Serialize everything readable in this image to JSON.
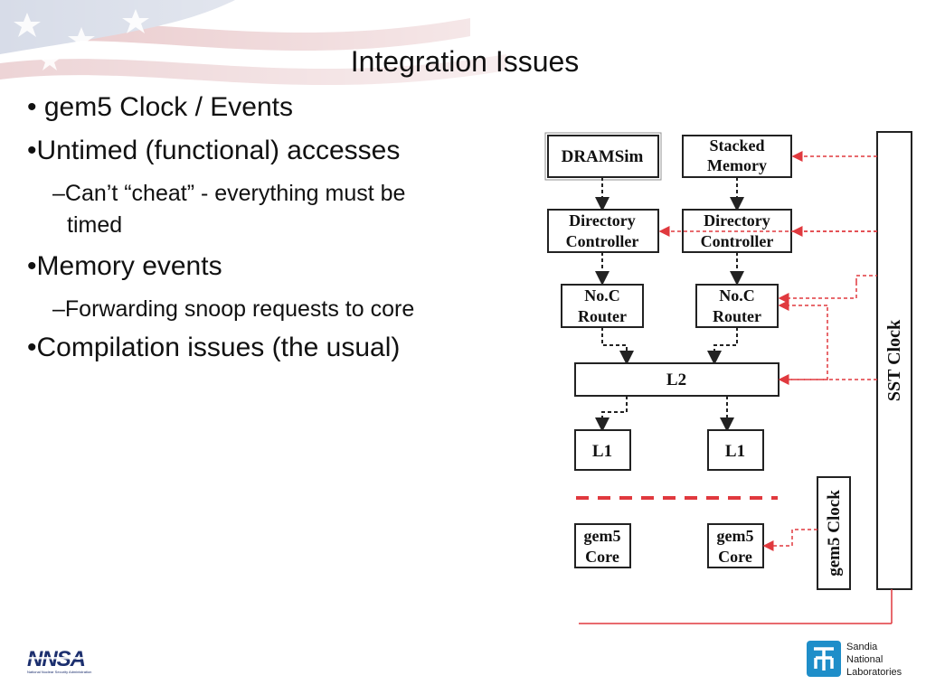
{
  "slide": {
    "title": "Integration Issues",
    "bullets": [
      {
        "marker": "•",
        "text": "gem5 Clock / Events"
      },
      {
        "marker": "•",
        "text": "Untimed (functional) accesses"
      },
      {
        "marker": "–",
        "text": "Can’t “cheat” - everything must be"
      },
      {
        "marker": "",
        "text": "timed"
      },
      {
        "marker": "•",
        "text": "Memory events"
      },
      {
        "marker": "–",
        "text": "Forwarding snoop requests to core"
      },
      {
        "marker": "•",
        "text": "Compilation issues (the usual)"
      }
    ]
  },
  "diagram": {
    "dramsim": "DRAMSim",
    "stacked_memory": [
      "Stacked",
      "Memory"
    ],
    "directory_controller": [
      "Directory",
      "Controller"
    ],
    "noc_router": [
      "No.C",
      "Router"
    ],
    "l2": "L2",
    "l1": "L1",
    "gem5_core": [
      "gem5",
      "Core"
    ],
    "sst_clock": "SST Clock",
    "gem5_clock": "gem5 Clock",
    "colors": {
      "red": "#e0393e",
      "box_border": "#222222",
      "box_fill": "#ffffff"
    }
  },
  "footer": {
    "nnsa_logo": "NNSA",
    "nnsa_tagline": "National Nuclear Security Administration",
    "sandia_logo": [
      "Sandia",
      "National",
      "Laboratories"
    ]
  }
}
